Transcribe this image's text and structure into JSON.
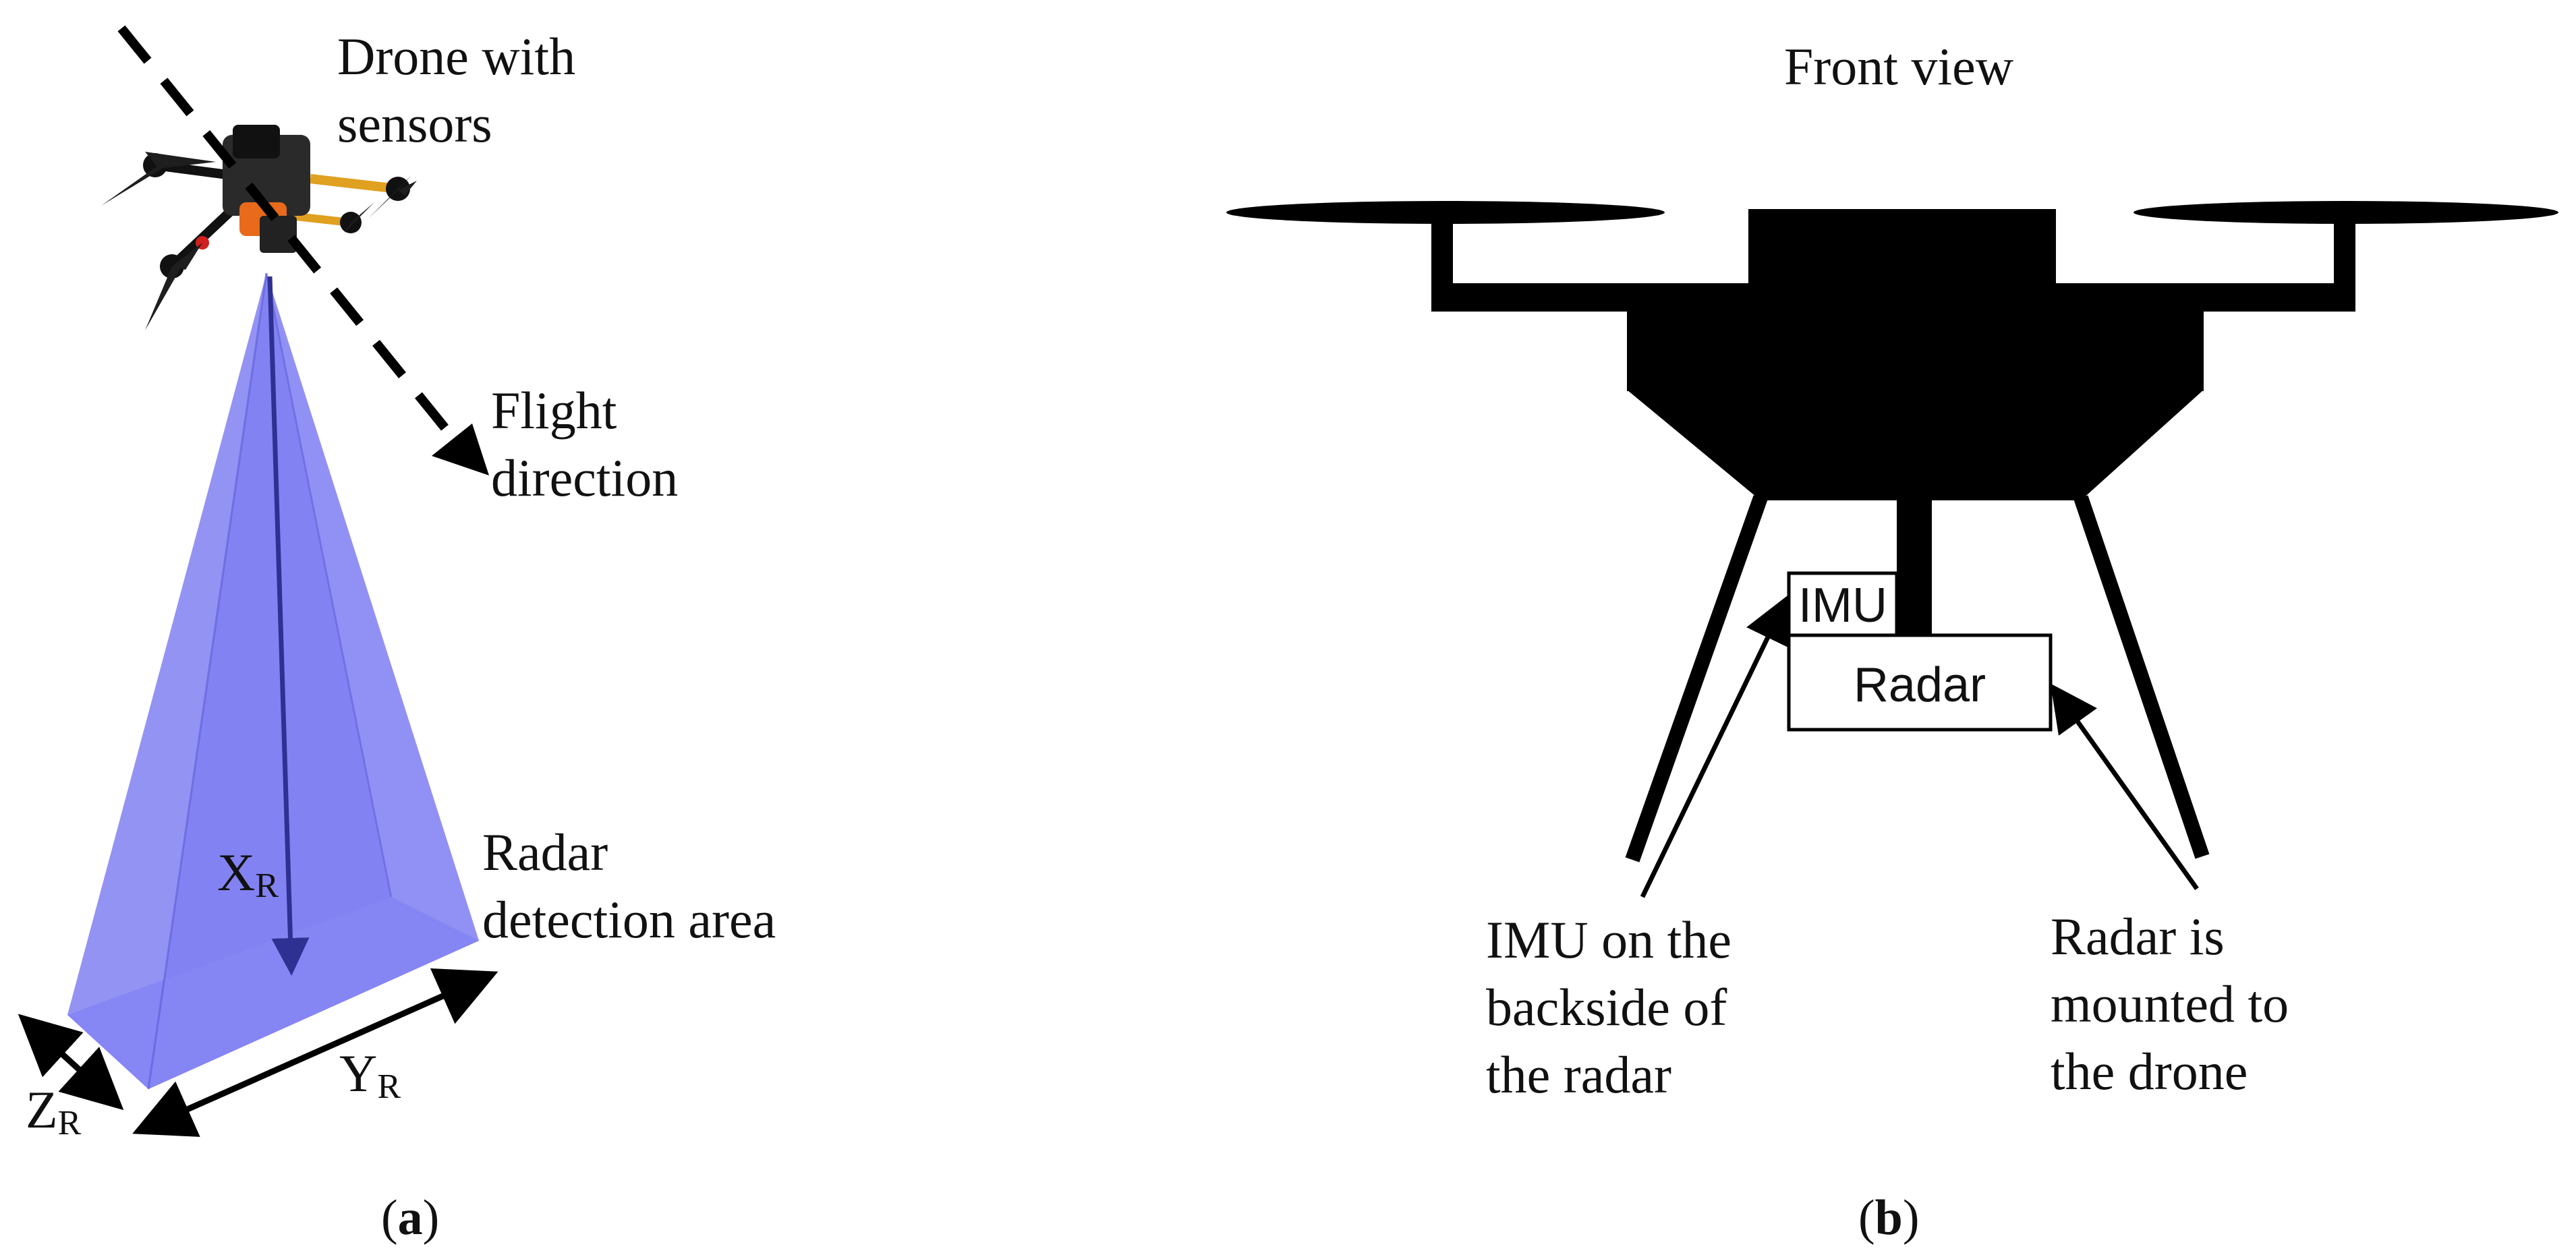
{
  "panel_a": {
    "drone_label_line1": "Drone with",
    "drone_label_line2": "sensors",
    "flight_label_line1": "Flight",
    "flight_label_line2": "direction",
    "radar_area_line1": "Radar",
    "radar_area_line2": "detection area",
    "axis_x_main": "X",
    "axis_x_sub": "R",
    "axis_y_main": "Y",
    "axis_y_sub": "R",
    "axis_z_main": "Z",
    "axis_z_sub": "R",
    "caption_open": "(",
    "caption_letter": "a",
    "caption_close": ")",
    "cone_color": "#7b7bf2",
    "axis_arrow_color": "#2e3192"
  },
  "panel_b": {
    "title": "Front view",
    "imu_box": "IMU",
    "radar_box": "Radar",
    "imu_note_line1": "IMU on the",
    "imu_note_line2": "backside of",
    "imu_note_line3": "the radar",
    "radar_note_line1": "Radar is",
    "radar_note_line2": "mounted to",
    "radar_note_line3": "the drone",
    "caption_open": "(",
    "caption_letter": "b",
    "caption_close": ")"
  }
}
